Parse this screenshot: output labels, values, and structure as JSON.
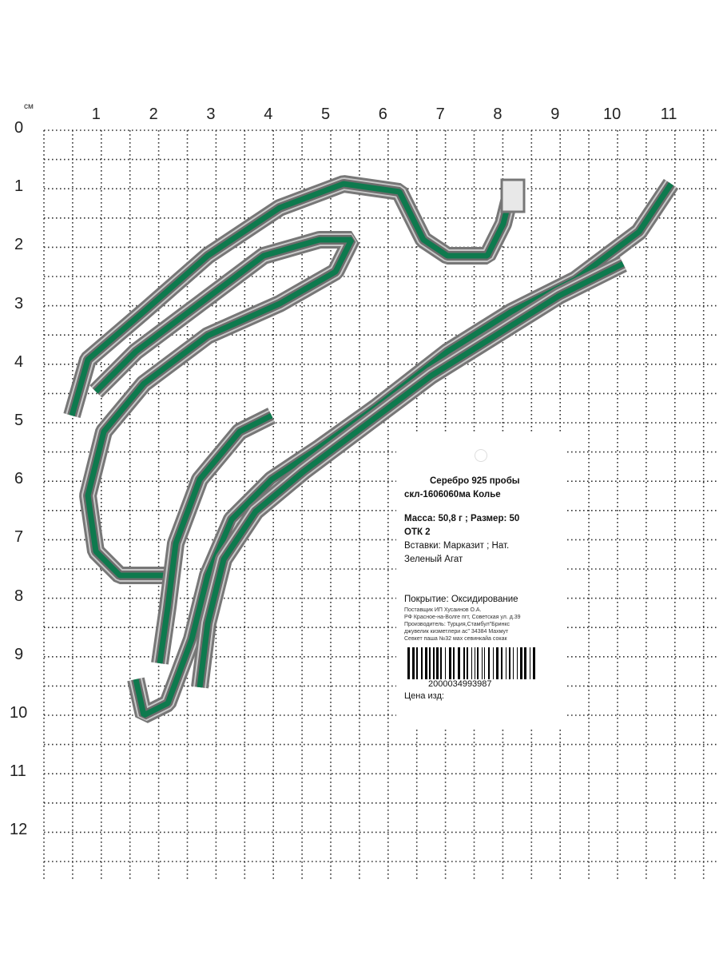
{
  "ruler": {
    "unit": "см",
    "x_ticks": [
      "1",
      "2",
      "3",
      "4",
      "5",
      "6",
      "7",
      "8",
      "9",
      "10",
      "11"
    ],
    "y_ticks": [
      "0",
      "1",
      "2",
      "3",
      "4",
      "5",
      "6",
      "7",
      "8",
      "9",
      "10",
      "11",
      "12"
    ]
  },
  "tag": {
    "line1": "Серебро 925 пробы",
    "line2": "скл-1606060ма Колье",
    "mass": "Масса: 50,8 г ; Размер: 50",
    "otk": "ОТК 2",
    "inserts1": "Вставки: Марказит ; Нат.",
    "inserts2": "Зеленый Агат",
    "coating": "Покрытие: Оксидирование",
    "supplier": "Поставщик ИП Хусаинов О.А.",
    "address": "РФ Красное-на-Волге пгт, Советская ул. д.39",
    "maker1": "Производитель: Турция,Стамбул\"Бринкс",
    "maker2": "джувелик кизметлери ас\" 34384 Махмут",
    "maker3": "Севкет паша №32 мах севинкайа сокак",
    "barcode": "2000034993987",
    "price": "Цена изд:"
  },
  "colors": {
    "gem": "#0e7a4e",
    "metal": "#8a8a8a",
    "grid": "#333333"
  }
}
